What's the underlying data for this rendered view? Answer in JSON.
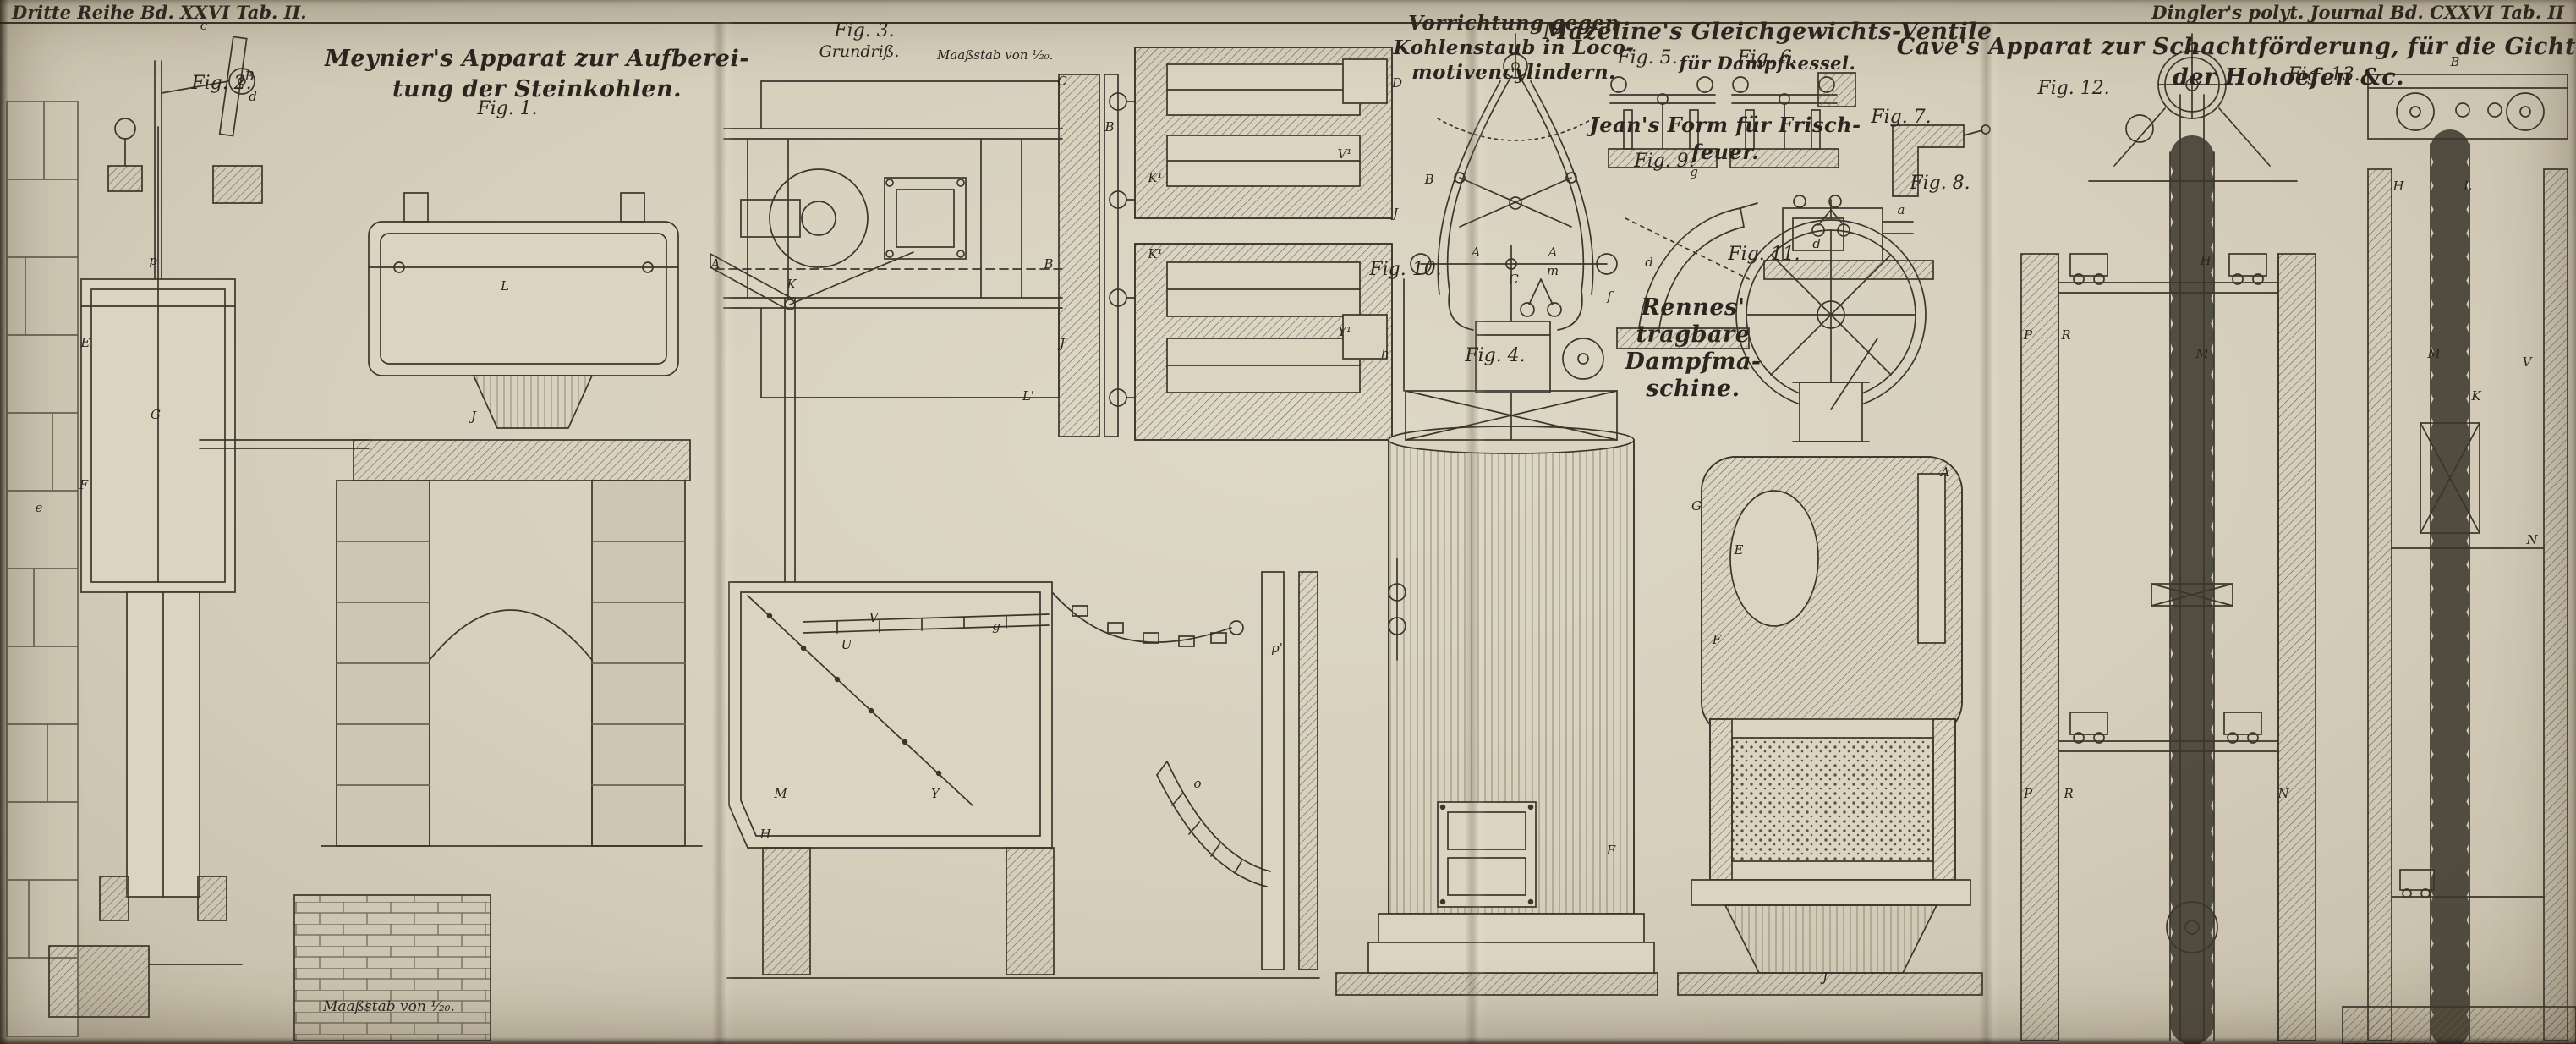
{
  "plate": {
    "header_left": "Dritte Reihe Bd. XXVI Tab. II.",
    "header_right": "Dingler's polyt. Journal Bd. CXXVI Tab. II"
  },
  "titles": {
    "meynier_l1": "Meynier's Apparat zur Aufberei-",
    "meynier_l2": "tung der Steinkohlen.",
    "kohlenstaub_l1": "Vorrichtung gegen",
    "kohlenstaub_l2": "Kohlenstaub in Loco-",
    "kohlenstaub_l3": "motivencylindern.",
    "mazeline_l1": "Mazeline's Gleichgewichts-Ventile",
    "mazeline_l2": "für Dampfkessel.",
    "jean_l1": "Jean's Form für Frisch-",
    "jean_l2": "feuer.",
    "rennes_l1": "Rennes'",
    "rennes_l2": "tragbare",
    "rennes_l3": "Dampfma-",
    "rennes_l4": "schine.",
    "cave_l1": "Cave's Apparat zur Schachtförderung, für die Gichtaufzüge",
    "cave_l2": "der Hohoefen &c."
  },
  "figure_labels": {
    "fig1": "Fig. 1.",
    "fig2": "Fig. 2.",
    "fig3": "Fig. 3.",
    "fig3_sub": "Grundriß.",
    "fig4": "Fig. 4.",
    "fig5": "Fig. 5.",
    "fig6": "Fig. 6.",
    "fig7": "Fig. 7.",
    "fig8": "Fig. 8.",
    "fig9": "Fig. 9.",
    "fig10": "Fig. 10.",
    "fig11": "Fig. 11.",
    "fig12": "Fig. 12.",
    "fig13": "Fig. 13."
  },
  "scales": {
    "top": "Maaßstab von ¹⁄₂₀.",
    "bottom": "Maaßstab von ¹⁄₂₀."
  },
  "part_labels": [
    "c",
    "B",
    "d",
    "p",
    "E",
    "G",
    "F",
    "e",
    "L",
    "J",
    "K",
    "V",
    "U",
    "M",
    "Y",
    "H",
    "o",
    "p'",
    "g",
    "A",
    "B",
    "C",
    "J",
    "L'",
    "K¹",
    "V¹",
    "K¹",
    "Y¹",
    "B",
    "D",
    "J",
    "B",
    "A",
    "A",
    "C",
    "d",
    "g",
    "d",
    "a",
    "m",
    "f",
    "h",
    "F",
    "G",
    "E",
    "F",
    "A",
    "J",
    "P",
    "R",
    "M",
    "P",
    "R",
    "N",
    "H",
    "B",
    "H",
    "L",
    "M",
    "K",
    "V",
    "N"
  ],
  "colors": {
    "paper": "#d6cfbc",
    "ink": "#3b362c"
  }
}
